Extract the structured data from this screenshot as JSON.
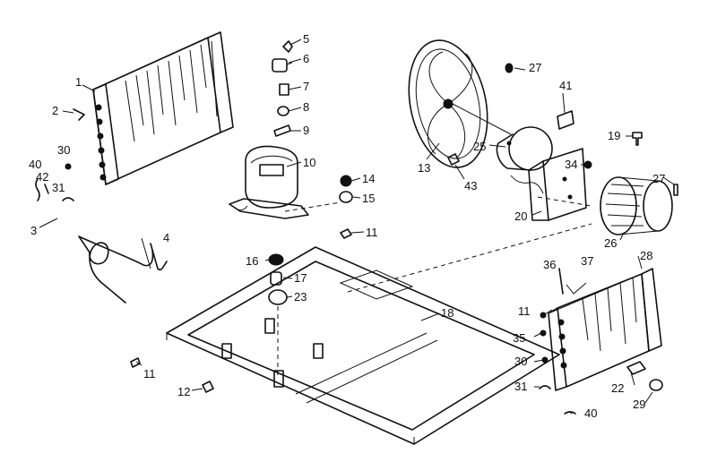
{
  "callouts": [
    {
      "id": "c1",
      "text": "1"
    },
    {
      "id": "c2",
      "text": "2"
    },
    {
      "id": "c3",
      "text": "3"
    },
    {
      "id": "c4",
      "text": "4"
    },
    {
      "id": "c5",
      "text": "5"
    },
    {
      "id": "c6",
      "text": "6"
    },
    {
      "id": "c7",
      "text": "7"
    },
    {
      "id": "c8",
      "text": "8"
    },
    {
      "id": "c9",
      "text": "9"
    },
    {
      "id": "c10",
      "text": "10"
    },
    {
      "id": "c11a",
      "text": "11"
    },
    {
      "id": "c11b",
      "text": "11"
    },
    {
      "id": "c11c",
      "text": "11"
    },
    {
      "id": "c12",
      "text": "12"
    },
    {
      "id": "c13",
      "text": "13"
    },
    {
      "id": "c14",
      "text": "14"
    },
    {
      "id": "c15",
      "text": "15"
    },
    {
      "id": "c16",
      "text": "16"
    },
    {
      "id": "c17",
      "text": "17"
    },
    {
      "id": "c18",
      "text": "18"
    },
    {
      "id": "c19",
      "text": "19"
    },
    {
      "id": "c20",
      "text": "20"
    },
    {
      "id": "c22",
      "text": "22"
    },
    {
      "id": "c23",
      "text": "23"
    },
    {
      "id": "c25",
      "text": "25"
    },
    {
      "id": "c26",
      "text": "26"
    },
    {
      "id": "c27a",
      "text": "27"
    },
    {
      "id": "c27b",
      "text": "27"
    },
    {
      "id": "c28",
      "text": "28"
    },
    {
      "id": "c29",
      "text": "29"
    },
    {
      "id": "c30a",
      "text": "30"
    },
    {
      "id": "c30b",
      "text": "30"
    },
    {
      "id": "c31a",
      "text": "31"
    },
    {
      "id": "c31b",
      "text": "31"
    },
    {
      "id": "c34",
      "text": "34"
    },
    {
      "id": "c35",
      "text": "35"
    },
    {
      "id": "c36",
      "text": "36"
    },
    {
      "id": "c37",
      "text": "37"
    },
    {
      "id": "c40a",
      "text": "40"
    },
    {
      "id": "c40b",
      "text": "40"
    },
    {
      "id": "c41",
      "text": "41"
    },
    {
      "id": "c42",
      "text": "42"
    },
    {
      "id": "c43",
      "text": "43"
    }
  ]
}
